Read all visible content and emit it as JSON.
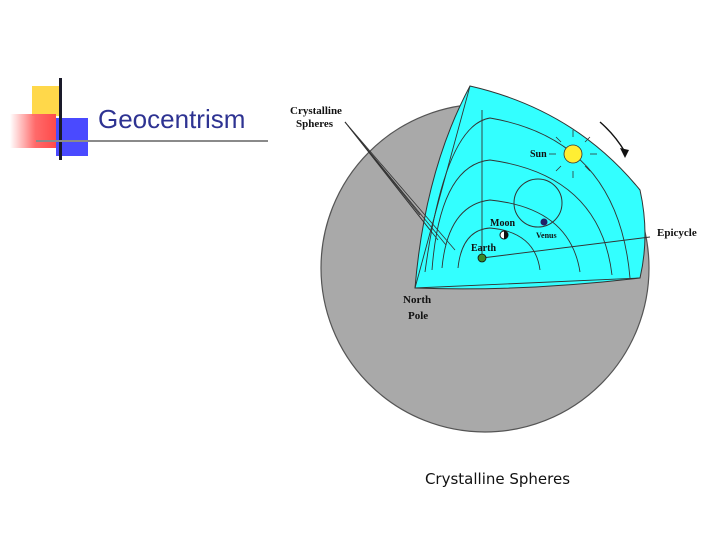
{
  "slide": {
    "title": "Geocentrism",
    "caption": "Crystalline Spheres"
  },
  "diagram": {
    "labels": {
      "crystalline_1": "Crystalline",
      "crystalline_2": "Spheres",
      "sun": "Sun",
      "moon": "Moon",
      "venus": "Venus",
      "earth": "Earth",
      "epicycle": "Epicycle",
      "north_1": "North",
      "north_2": "Pole"
    },
    "colors": {
      "sphere": "#a9a9a9",
      "cutaway": "#33ffff",
      "sun": "#ffee33",
      "venus": "#222266",
      "earth": "#3a8a2a",
      "title": "#2e3392"
    }
  }
}
